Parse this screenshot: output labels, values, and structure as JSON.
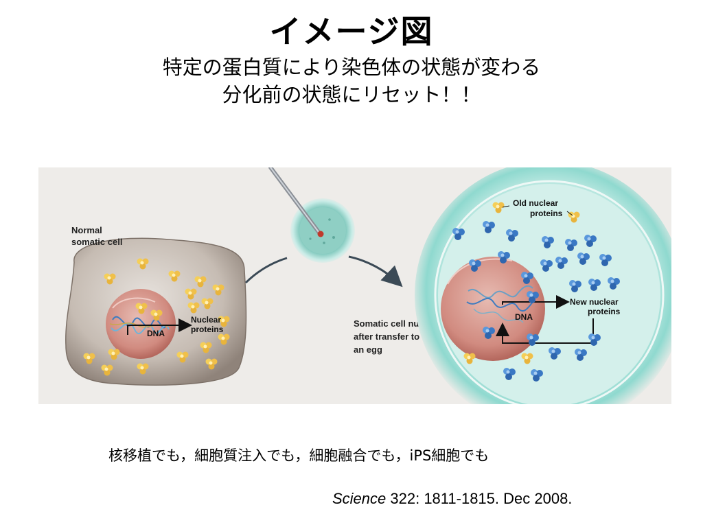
{
  "slide": {
    "title": "イメージ図",
    "subtitle_line1": "特定の蛋白質により染色体の状態が変わる",
    "subtitle_line2": "分化前の状態にリセット！！",
    "note": "核移植でも，細胞質注入でも，細胞融合でも，iPS細胞でも",
    "citation_journal": "Science",
    "citation_rest": " 322: 1811-1815. Dec 2008."
  },
  "figure": {
    "somatic_cell_label_line1": "Normal",
    "somatic_cell_label_line2": "somatic cell",
    "dna_label": "DNA",
    "nuclear_proteins_line1": "Nuclear",
    "nuclear_proteins_line2": "proteins",
    "transfer_label_line1": "Somatic cell nucleus",
    "transfer_label_line2": "after transfer to",
    "transfer_label_line3": "an egg",
    "egg_dna_label": "DNA",
    "old_proteins_line1": "Old nuclear",
    "old_proteins_line2": "proteins",
    "new_proteins_line1": "New nuclear",
    "new_proteins_line2": "proteins",
    "colors": {
      "panel_bg": "#eeece9",
      "cell_body": "#b7aca3",
      "nucleus": "#d79a8f",
      "egg_cytoplasm": "#cfeee9",
      "egg_rim": "#7fd2c6",
      "old_protein": "#f1c64c",
      "new_protein": "#3f7ec6"
    }
  }
}
